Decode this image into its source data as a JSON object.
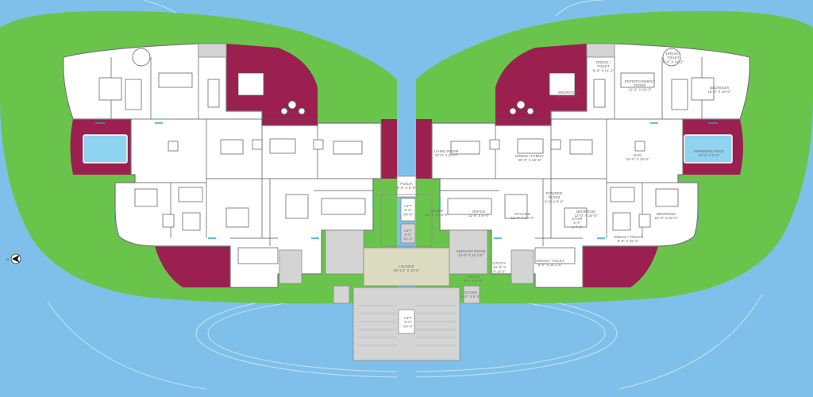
{
  "colors": {
    "water": "#7fc0ea",
    "lawn": "#6ac44c",
    "deck": "#9b1f4f",
    "pool": "#8ed3f0",
    "lounge": "#dcdcc2",
    "service": "#d4d4d4"
  },
  "icons": {
    "north": "north-arrow-icon"
  },
  "labels": {
    "bedroom_tl": "BEDROOM\n12'-2\" X 18'-8\"",
    "dress_toilet_tl": "DRESS /\nTOILET\n8'-0\" X 14'-2\"",
    "entertainment": "ENTERTAINMENT\nROOM\n12'-2\" X 15'-3\"",
    "dress_toilet_tr": "DRESS /\nTOILET\n8'-0\" X 14'-2\"",
    "bedroom_tr": "BEDROOM\n16'-0\" X 18'-0\"",
    "living_room": "LIVING ROOM\n23'-0\" X 20'-0\"",
    "dining_family": "DINING / FAMILY\n30'-0\" X 18'-6\"",
    "bar": "BAR\n16'-0\" X 15'-6\"",
    "swimming_pool": "SWIMMING POOL\n16'-0\" X 8'-0\"",
    "pooja": "POOJA\n8'-0\" X 5'-0\"",
    "lift_top": "LIFT\n5'-0\"\nX6'-0\"",
    "lift_mid": "LIFT\n5'-0\"\nX6'-0\"",
    "foyer": "FOYER\n10'-1\" X 15'-0\"",
    "office": "OFFICE\n11'-9\" X 9'-0\"",
    "kitchen": "KITCHEN\n12'-0\" X 14'-0\"",
    "powder_room": "POWDER\nROOM\n5'-0\" X 5'-0\"",
    "stair": "STAIR\n5'-0\"\nX 7'-0\"",
    "bedroom_br": "BEDROOM\n12'-0\" X 16'-8\"",
    "bedroom_r": "BEDROOM\n16'-0\" X 16'-0\"",
    "dress_toilet_r": "DRESS / TOILET\n8'-0\" X 16'-2\"",
    "lounge": "LOUNGE\n29'-1.5\" X 15'-0\"",
    "servant_room": "SERVANT ROOM\n10'-0\" X 11'-4.5\"",
    "utility": "UTILITY\n10'-9\" X\n8'-10.5\"",
    "dress_toilet_b": "DRESS / TOILET\n8'-0\" X 16'-1.5\"",
    "toilet": "TOILET\n5'-7\" X 4'-0\"",
    "store": "STORE\n4'-0\" X 5'-0\"",
    "lift_bottom": "LIFT\n5'-0\"\nX6'-0\""
  }
}
